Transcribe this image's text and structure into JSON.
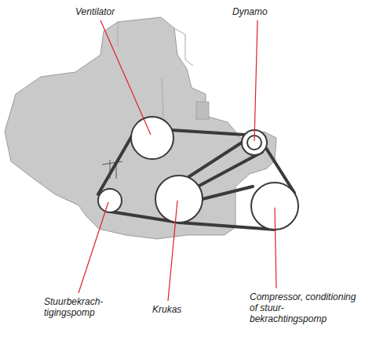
{
  "diagram": {
    "labels": [
      "Ventilator",
      "Dynamo",
      "Stuurbekrach- tigingspomp",
      "Krukas",
      "Compressor, conditioning of stuur- bekrachtingspomp"
    ]
  }
}
